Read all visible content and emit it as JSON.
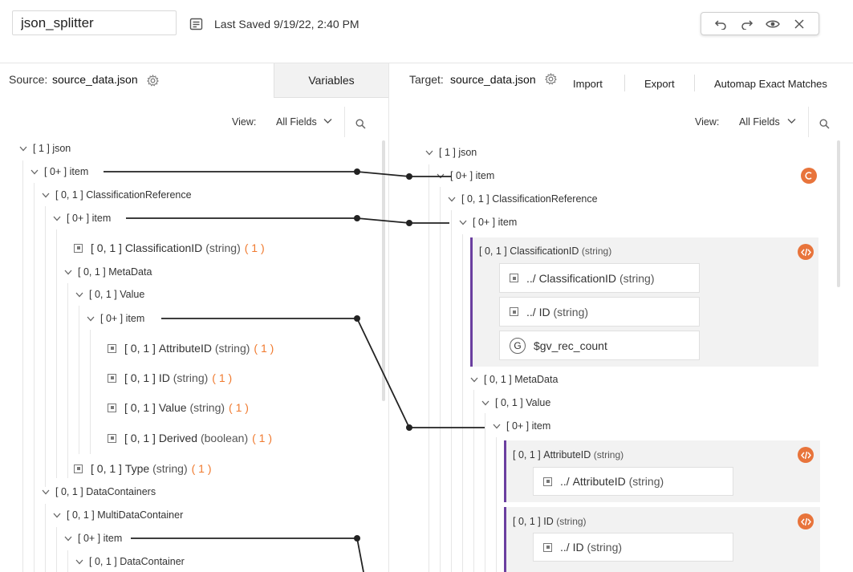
{
  "header": {
    "title_value": "json_splitter",
    "last_saved": "Last Saved 9/19/22, 2:40 PM",
    "toolbar_icons": [
      "undo-icon",
      "redo-icon",
      "preview-eye-icon",
      "close-icon"
    ]
  },
  "source": {
    "label": "Source:",
    "file": "source_data.json",
    "variables_tab": "Variables",
    "view_label": "View:",
    "view_value": "All Fields"
  },
  "target": {
    "label": "Target:",
    "file": "source_data.json",
    "import": "Import",
    "export": "Export",
    "automap": "Automap Exact Matches",
    "view_label": "View:",
    "view_value": "All Fields"
  },
  "source_tree": [
    {
      "card": "[ 1 ]",
      "name": "json"
    },
    {
      "card": "[ 0+ ]",
      "name": "item"
    },
    {
      "card": "[ 0, 1 ]",
      "name": "ClassificationReference"
    },
    {
      "card": "[ 0+ ]",
      "name": "item"
    },
    {
      "card": "[ 0, 1 ]",
      "name": "ClassificationID",
      "type": "(string)",
      "count": "( 1 )"
    },
    {
      "card": "[ 0, 1 ]",
      "name": "MetaData"
    },
    {
      "card": "[ 0, 1 ]",
      "name": "Value"
    },
    {
      "card": "[ 0+ ]",
      "name": "item"
    },
    {
      "card": "[ 0, 1 ]",
      "name": "AttributeID",
      "type": "(string)",
      "count": "( 1 )"
    },
    {
      "card": "[ 0, 1 ]",
      "name": "ID",
      "type": "(string)",
      "count": "( 1 )"
    },
    {
      "card": "[ 0, 1 ]",
      "name": "Value",
      "type": "(string)",
      "count": "( 1 )"
    },
    {
      "card": "[ 0, 1 ]",
      "name": "Derived",
      "type": "(boolean)",
      "count": "( 1 )"
    },
    {
      "card": "[ 0, 1 ]",
      "name": "Type",
      "type": "(string)",
      "count": "( 1 )"
    },
    {
      "card": "[ 0, 1 ]",
      "name": "DataContainers"
    },
    {
      "card": "[ 0, 1 ]",
      "name": "MultiDataContainer"
    },
    {
      "card": "[ 0+ ]",
      "name": "item"
    },
    {
      "card": "[ 0, 1 ]",
      "name": "DataContainer"
    }
  ],
  "target_tree": [
    {
      "card": "[ 1 ]",
      "name": "json"
    },
    {
      "card": "[ 0+ ]",
      "name": "item"
    },
    {
      "card": "[ 0, 1 ]",
      "name": "ClassificationReference"
    },
    {
      "card": "[ 0+ ]",
      "name": "item"
    },
    {
      "card": "[ 0, 1 ]",
      "name": "ClassificationID",
      "type": "(string)"
    },
    {
      "card": "[ 0, 1 ]",
      "name": "MetaData"
    },
    {
      "card": "[ 0, 1 ]",
      "name": "Value"
    },
    {
      "card": "[ 0+ ]",
      "name": "item"
    },
    {
      "card": "[ 0, 1 ]",
      "name": "AttributeID",
      "type": "(string)"
    },
    {
      "card": "[ 0, 1 ]",
      "name": "ID",
      "type": "(string)"
    }
  ],
  "mappings": {
    "classificationid": [
      {
        "prefix": "../",
        "name": "ClassificationID",
        "type": "(string)"
      },
      {
        "prefix": "../",
        "name": "ID",
        "type": "(string)"
      },
      {
        "prefix": "G",
        "name": "$gv_rec_count",
        "type": ""
      }
    ],
    "attributeid": [
      {
        "prefix": "../",
        "name": "AttributeID",
        "type": "(string)"
      }
    ],
    "id": [
      {
        "prefix": "../",
        "name": "ID",
        "type": "(string)"
      }
    ]
  },
  "colors": {
    "accent": "#e8743b",
    "purple": "#6b3fa0",
    "count": "#f07a2f"
  }
}
